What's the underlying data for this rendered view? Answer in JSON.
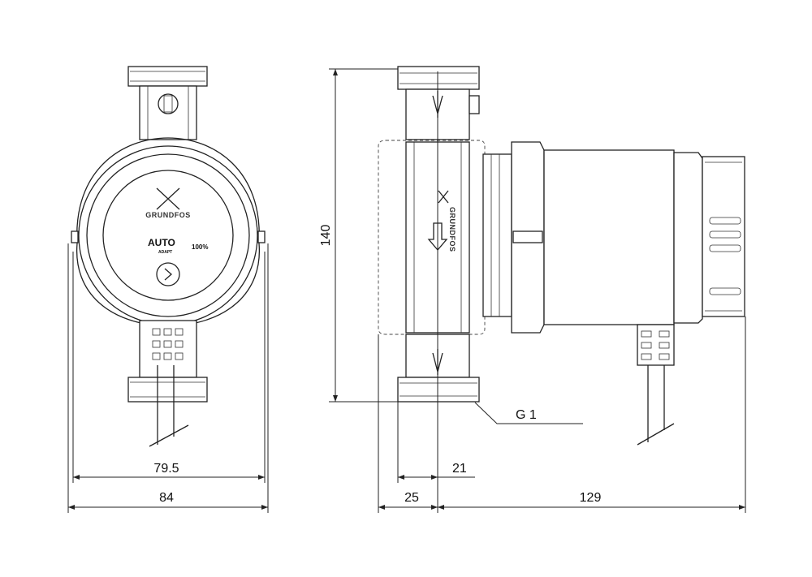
{
  "drawing": {
    "front_view": {
      "brand": "GRUNDFOS",
      "mode_label": "AUTO",
      "mode_sublabel": "ADAPT",
      "speed_label": "100%"
    },
    "side_view": {
      "brand": "GRUNDFOS",
      "thread_label": "G 1"
    },
    "dimensions": {
      "front_inner_width": "79.5",
      "front_outer_width": "84",
      "height": "140",
      "port_offset": "21",
      "port_to_back": "25",
      "motor_length": "129"
    }
  }
}
